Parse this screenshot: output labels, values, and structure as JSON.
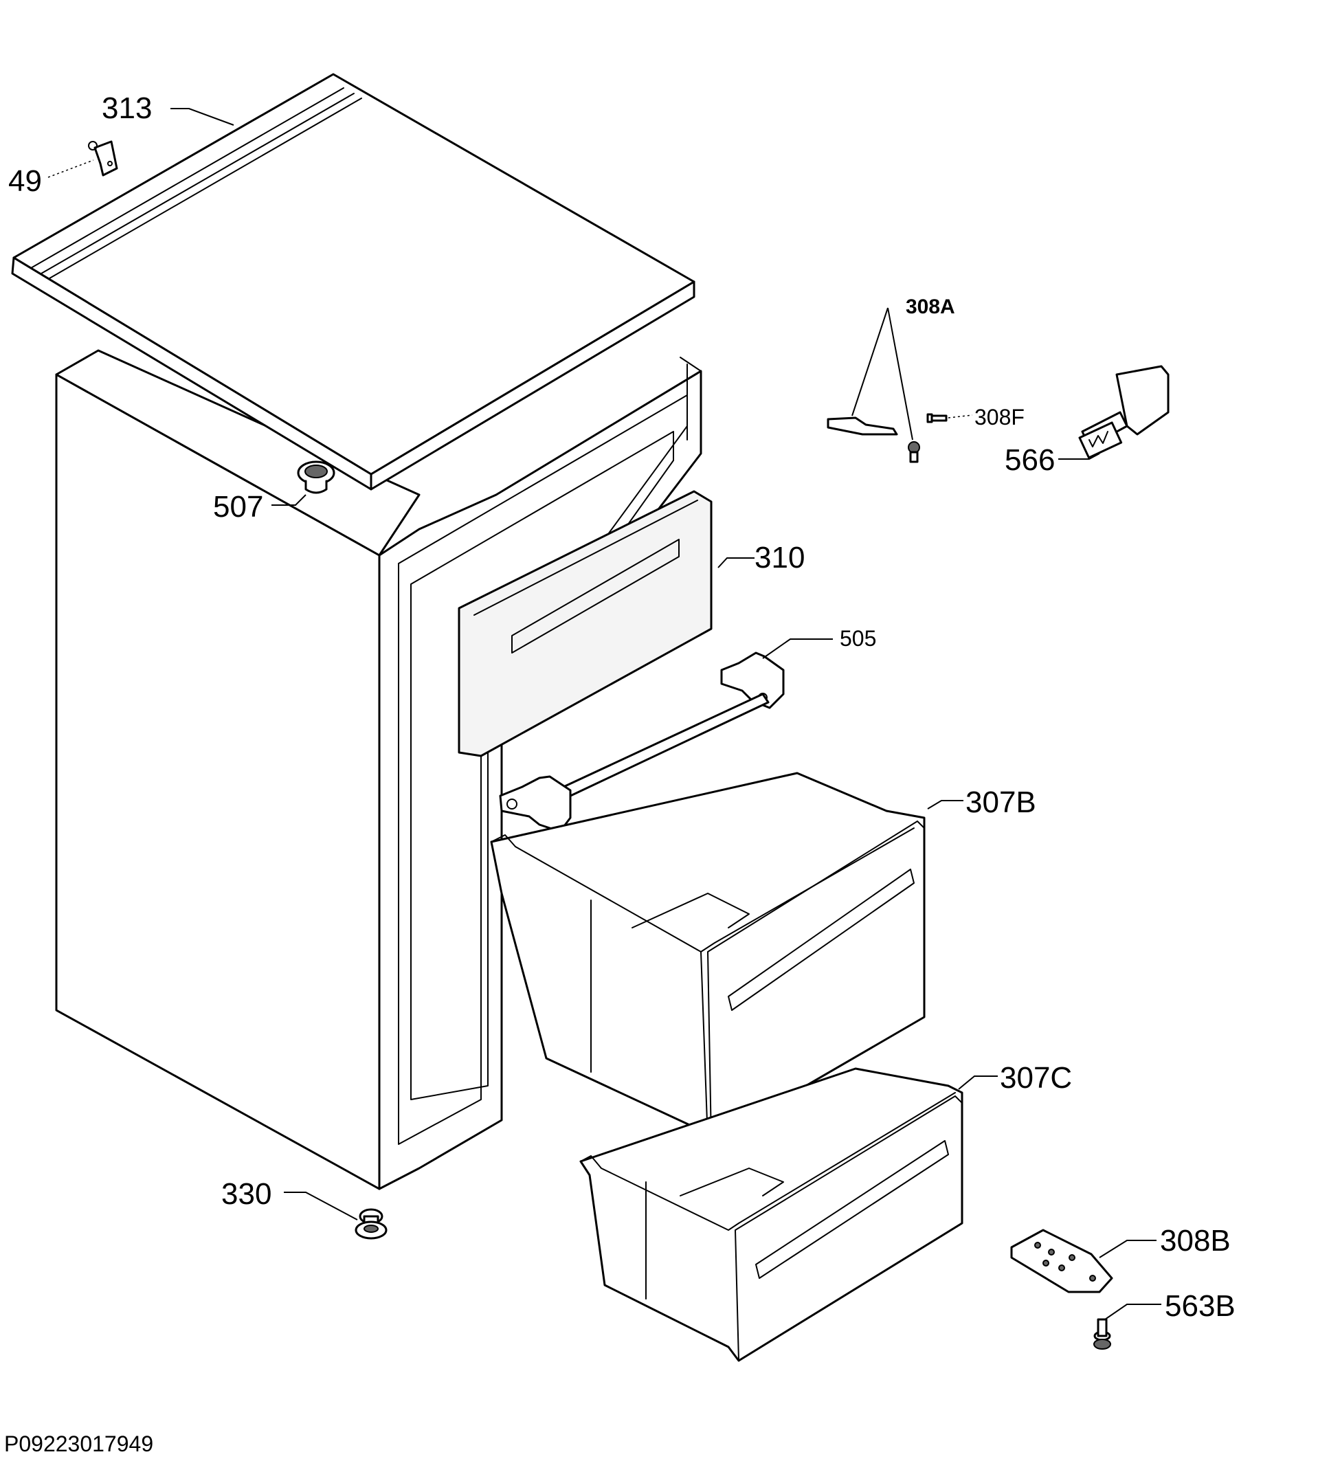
{
  "labels": {
    "p313": "313",
    "p49": "49",
    "p308A": "308A",
    "p308F": "308F",
    "p566": "566",
    "p507": "507",
    "p310": "310",
    "p505": "505",
    "p307B": "307B",
    "p307C": "307C",
    "p330": "330",
    "p308B": "308B",
    "p563B": "563B"
  },
  "footer": {
    "drawing_id": "P09223017949"
  }
}
